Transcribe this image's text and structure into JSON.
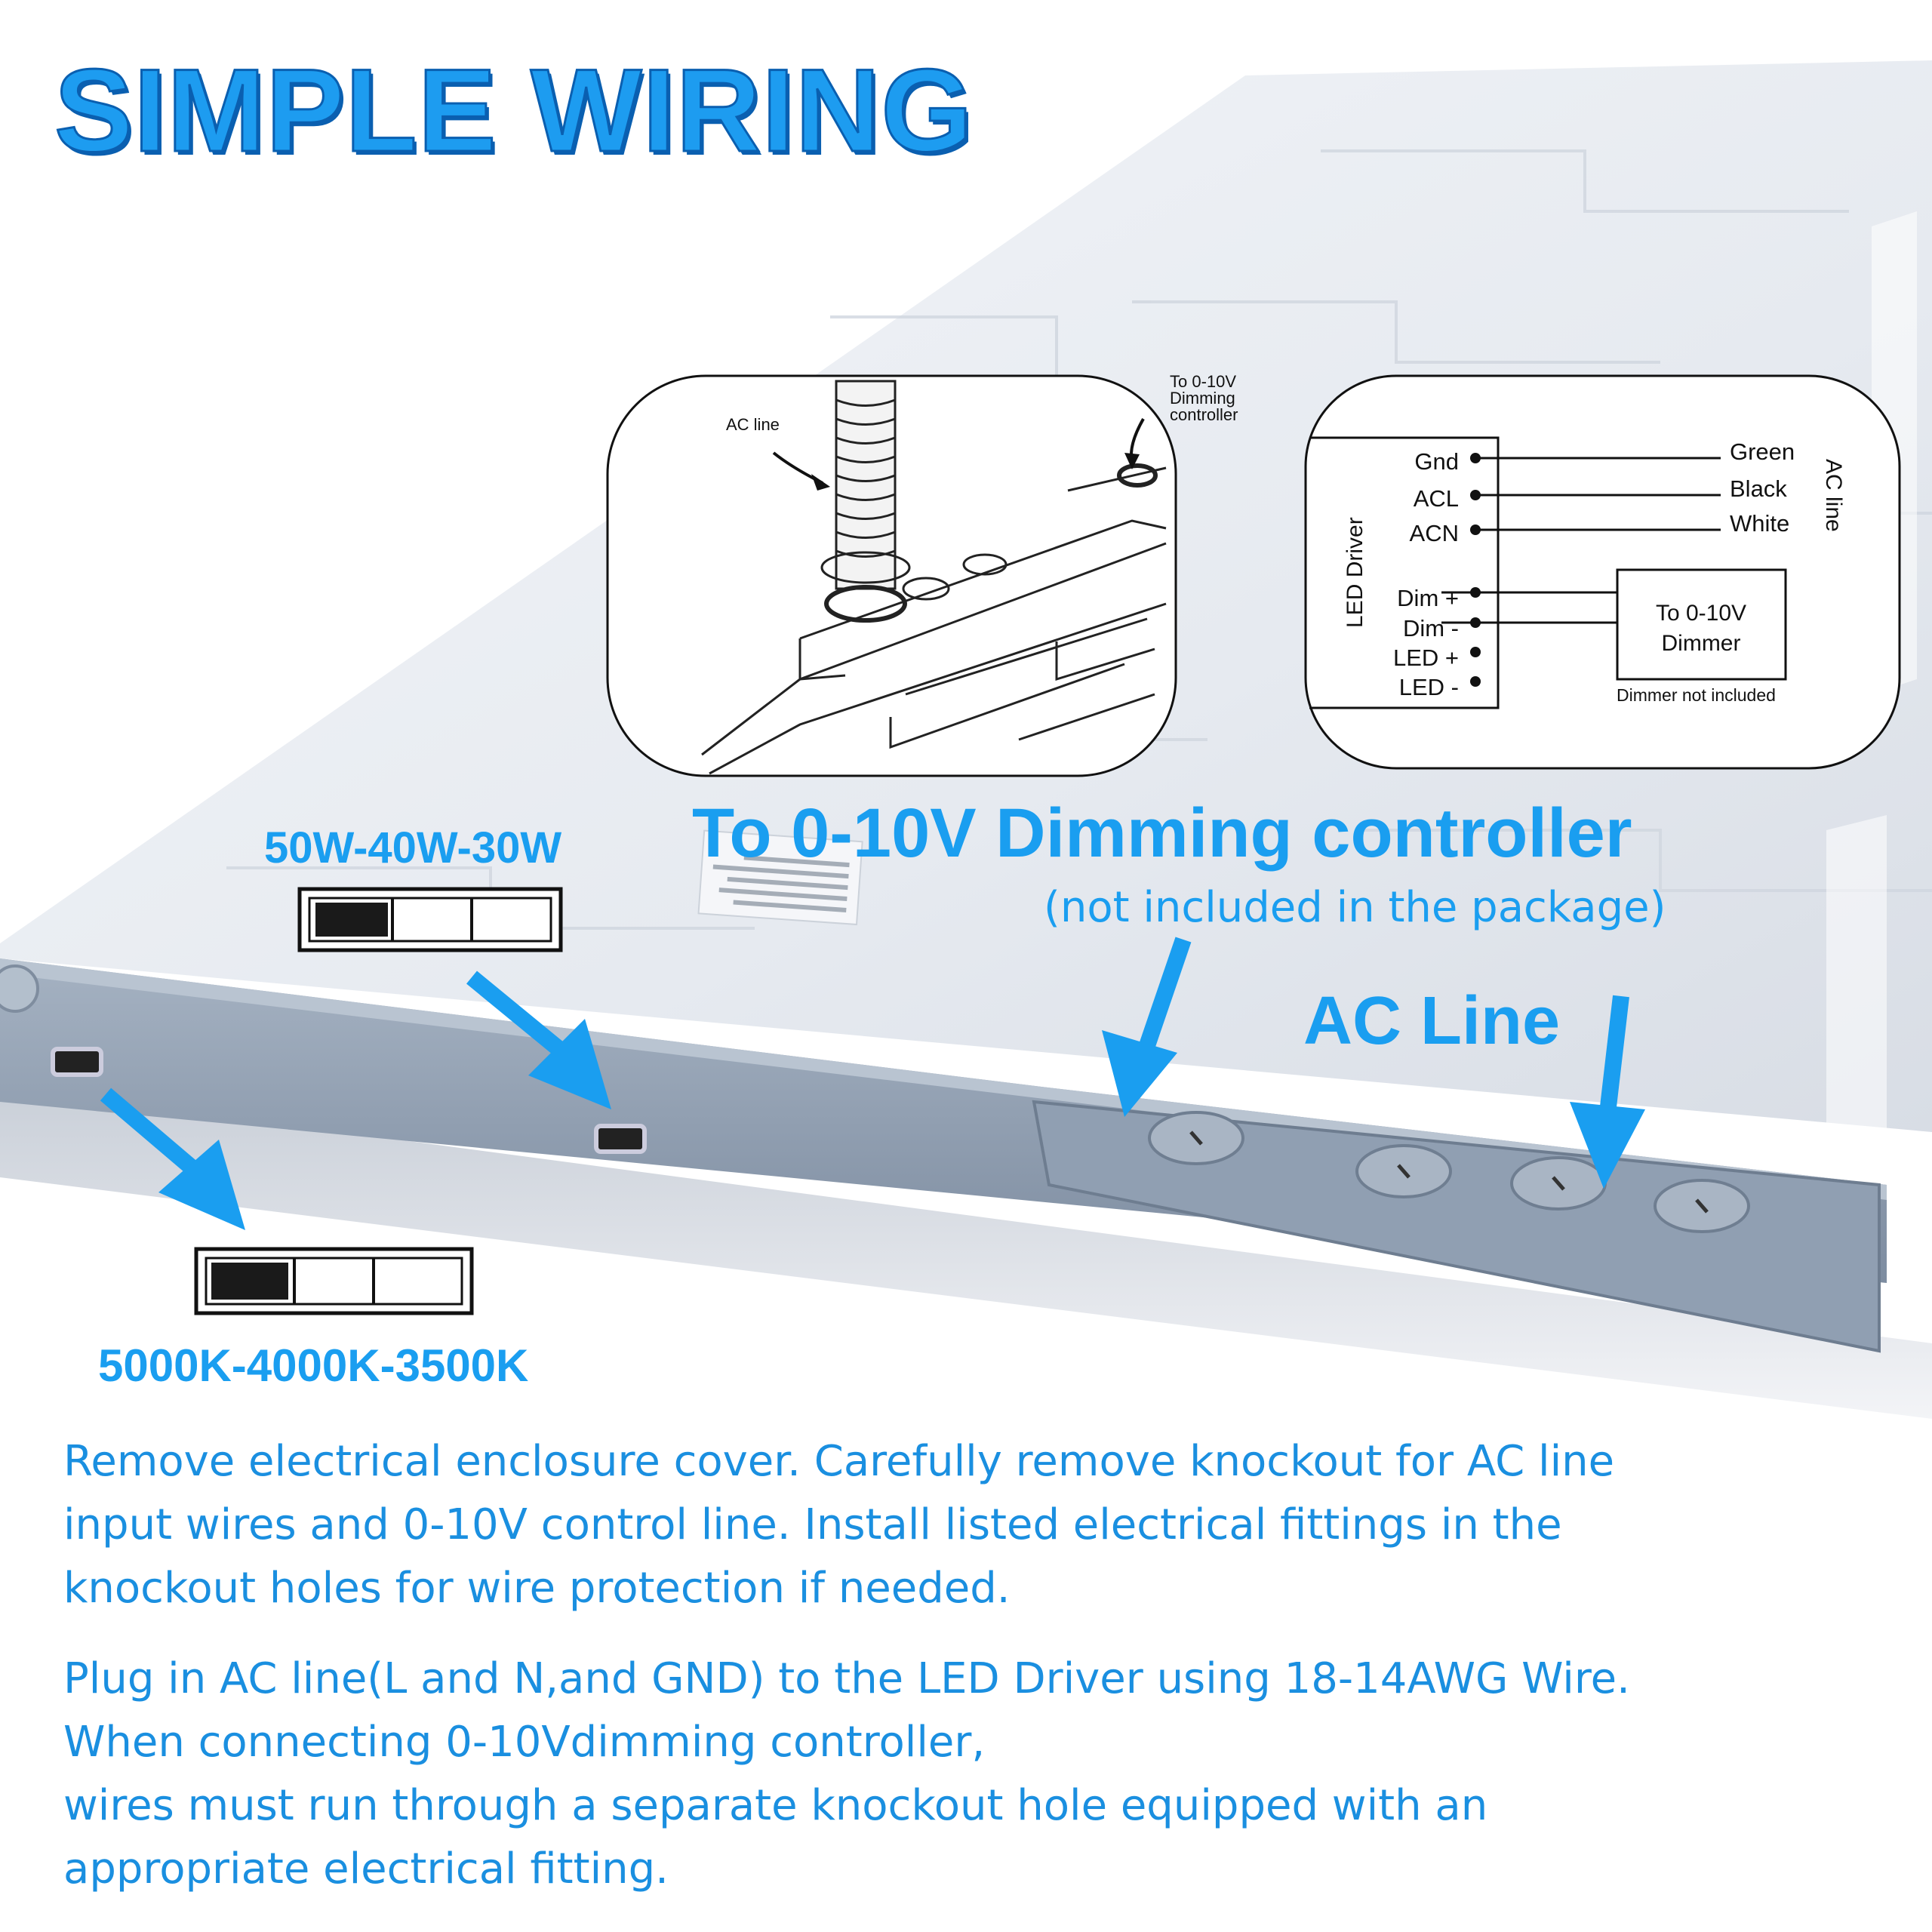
{
  "title": "SIMPLE WIRING",
  "colors": {
    "accent": "#1a9ef0",
    "accent_dark": "#0a5fb0",
    "panel": "#eef1f6",
    "housing": "#8e9db0",
    "ink": "#111111"
  },
  "install_diagram": {
    "ac_line_label": "AC line",
    "controller_label": [
      "To 0-10V",
      "Dimming",
      "controller"
    ]
  },
  "wiring_diagram": {
    "driver_label": "LED Driver",
    "ac_line_label": "AC line",
    "terminals": [
      "Gnd",
      "ACL",
      "ACN",
      "Dim +",
      "Dim -",
      "LED +",
      "LED -"
    ],
    "wires": [
      "Green",
      "Black",
      "White"
    ],
    "dimmer_box": [
      "To 0-10V",
      "Dimmer"
    ],
    "dimmer_note": "Dimmer  not included"
  },
  "callouts": {
    "dimming_controller": "To 0-10V Dimming controller",
    "dimming_note": "(not included in the package)",
    "ac_line": "AC Line",
    "wattage": "50W-40W-30W",
    "cct": "5000K-4000K-3500K"
  },
  "switch_icons": [
    "slide-switch-icon",
    "slide-switch-icon"
  ],
  "instructions": {
    "paragraph1": "Remove electrical enclosure cover. Carefully remove knockout for AC line input wires and 0-10V control line. Install listed electrical fittings in the knockout holes for wire protection if needed.",
    "paragraph2_line1": "Plug in AC line(L and N,and GND) to the LED Driver using 18-14AWG Wire. When connecting 0-10Vdimming controller,",
    "paragraph2_line2": "wires must run through a separate knockout hole equipped with an appropriate electrical fitting."
  }
}
